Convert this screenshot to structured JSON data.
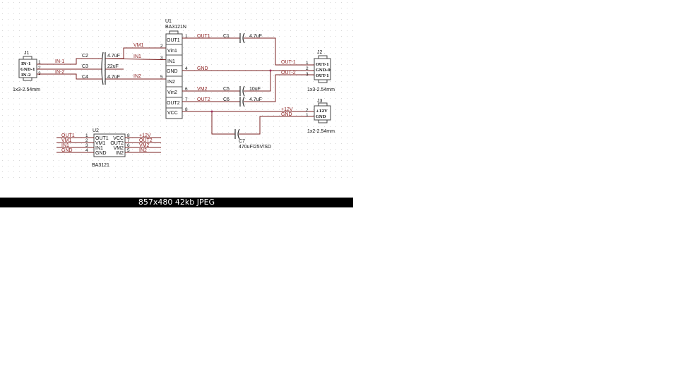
{
  "info_bar": "857x480  42kb  JPEG",
  "j1": {
    "ref": "J1",
    "pins": [
      "IN-1",
      "GND-1",
      "IN-2"
    ],
    "nums": [
      "1",
      "2",
      "3"
    ],
    "footprint": "1x3-2.54mm"
  },
  "j2": {
    "ref": "J2",
    "pins": [
      "OUT-1",
      "GND-0",
      "OUT-1"
    ],
    "nums": [
      "1",
      "2",
      "3"
    ],
    "footprint": "1x3-2.54mm"
  },
  "j3": {
    "ref": "J3",
    "pins": [
      "+12V",
      "GND"
    ],
    "nums": [
      "2",
      "1"
    ],
    "footprint": "1x2-2.54mm"
  },
  "u1": {
    "ref": "U1",
    "part": "BA3121N",
    "pins": [
      "OUT1",
      "Vin1",
      "IN1",
      "GND",
      "IN2",
      "Vin2",
      "OUT2",
      "VCC"
    ],
    "nums": [
      "1",
      "2",
      "3",
      "4",
      "5",
      "6",
      "7",
      "8"
    ]
  },
  "u2": {
    "ref": "U2",
    "part": "BA3121",
    "left_pins": [
      "OUT1",
      "VM1",
      "IN1",
      "GND"
    ],
    "right_pins": [
      "VCC",
      "OUT2",
      "VM2",
      "IN2"
    ],
    "left_nums": [
      "1",
      "2",
      "3",
      "4"
    ],
    "right_nums": [
      "8",
      "7",
      "6",
      "5"
    ],
    "left_nets": [
      "OUT1",
      "VM1",
      "IN1",
      "GND"
    ],
    "right_nets": [
      "+12V",
      "OUT2",
      "VM2",
      "IN2"
    ]
  },
  "caps": {
    "c1": {
      "ref": "C1",
      "value": "4.7uF"
    },
    "c2": {
      "ref": "C2",
      "value": "4.7uF"
    },
    "c3": {
      "ref": "C3",
      "value": "22uF"
    },
    "c4": {
      "ref": "C4",
      "value": "4.7uF"
    },
    "c5": {
      "ref": "C5",
      "value": "10uF"
    },
    "c6": {
      "ref": "C6",
      "value": "4.7uF"
    },
    "c7": {
      "ref": "C7",
      "value": "470uF/25V/SD"
    }
  },
  "nets": {
    "in1_left": "IN-1",
    "in2_left": "IN-2",
    "vm1": "VM1",
    "in1": "IN1",
    "in2": "IN2",
    "out1": "OUT1",
    "gnd": "GND",
    "vm2": "VM2",
    "out2": "OUT2",
    "out_1": "OUT-1",
    "out_2": "OUT-2",
    "v12": "+12V",
    "gnd_j3": "GND"
  }
}
